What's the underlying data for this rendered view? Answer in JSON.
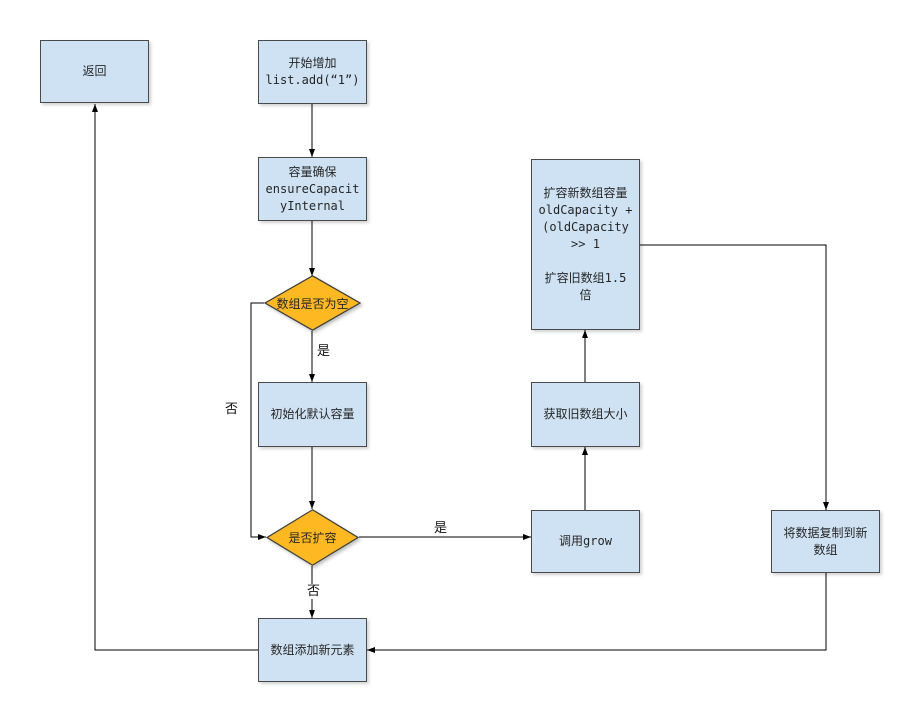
{
  "colors": {
    "canvas_bg": "#ffffff",
    "node_fill": "#cfe2f3",
    "node_border": "#4a4a4a",
    "decision_fill": "#fdb822",
    "decision_border": "#3b3b3b",
    "line_color": "#000000",
    "text_color": "#262626"
  },
  "nodes": {
    "return": {
      "label": "返回"
    },
    "start": {
      "label": "开始增加\nlist.add(“1”)"
    },
    "ensure": {
      "label": "容量确保\nensureCapacit\nyInternal"
    },
    "empty_check": {
      "label": "数组是否为空"
    },
    "init": {
      "label": "初始化默认容量"
    },
    "expand_check": {
      "label": "是否扩容"
    },
    "expand": {
      "label": "扩容新数组容量\noldCapacity +\n(oldCapacity\n>> 1\n\n扩容旧数组1.5\n倍"
    },
    "get_old_size": {
      "label": "获取旧数组大小"
    },
    "call_grow": {
      "label": "调用grow"
    },
    "copy": {
      "label": "将数据复制到新\n数组"
    },
    "add_element": {
      "label": "数组添加新元素"
    }
  },
  "edge_labels": {
    "empty_yes": "是",
    "empty_no": "否",
    "expand_yes": "是",
    "expand_no": "否"
  }
}
